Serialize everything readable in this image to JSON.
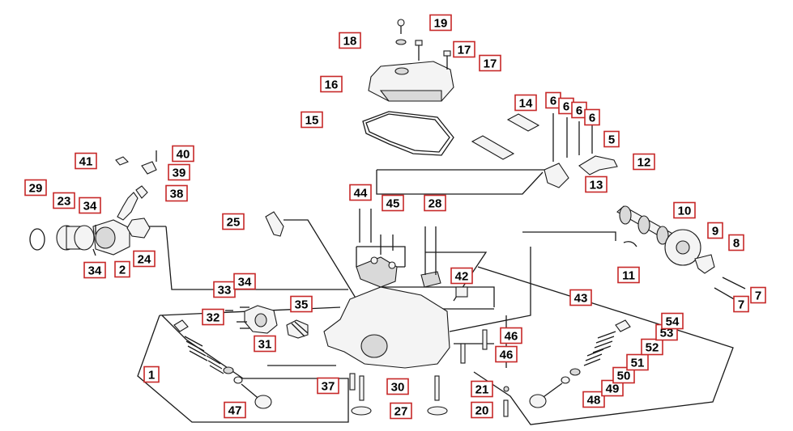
{
  "diagram": {
    "callouts": [
      "1",
      "2",
      "5",
      "6",
      "6",
      "6",
      "6",
      "7",
      "7",
      "8",
      "9",
      "10",
      "11",
      "12",
      "13",
      "14",
      "15",
      "16",
      "17",
      "17",
      "18",
      "19",
      "20",
      "21",
      "23",
      "24",
      "25",
      "27",
      "28",
      "29",
      "30",
      "31",
      "32",
      "33",
      "34",
      "34",
      "34",
      "35",
      "37",
      "38",
      "39",
      "40",
      "41",
      "42",
      "43",
      "44",
      "45",
      "46",
      "46",
      "47",
      "48",
      "49",
      "50",
      "51",
      "52",
      "53",
      "54"
    ],
    "colors": {
      "callout_border": "#c62828",
      "line": "#1a1a1a",
      "part_fill": "#f4f4f4"
    }
  }
}
